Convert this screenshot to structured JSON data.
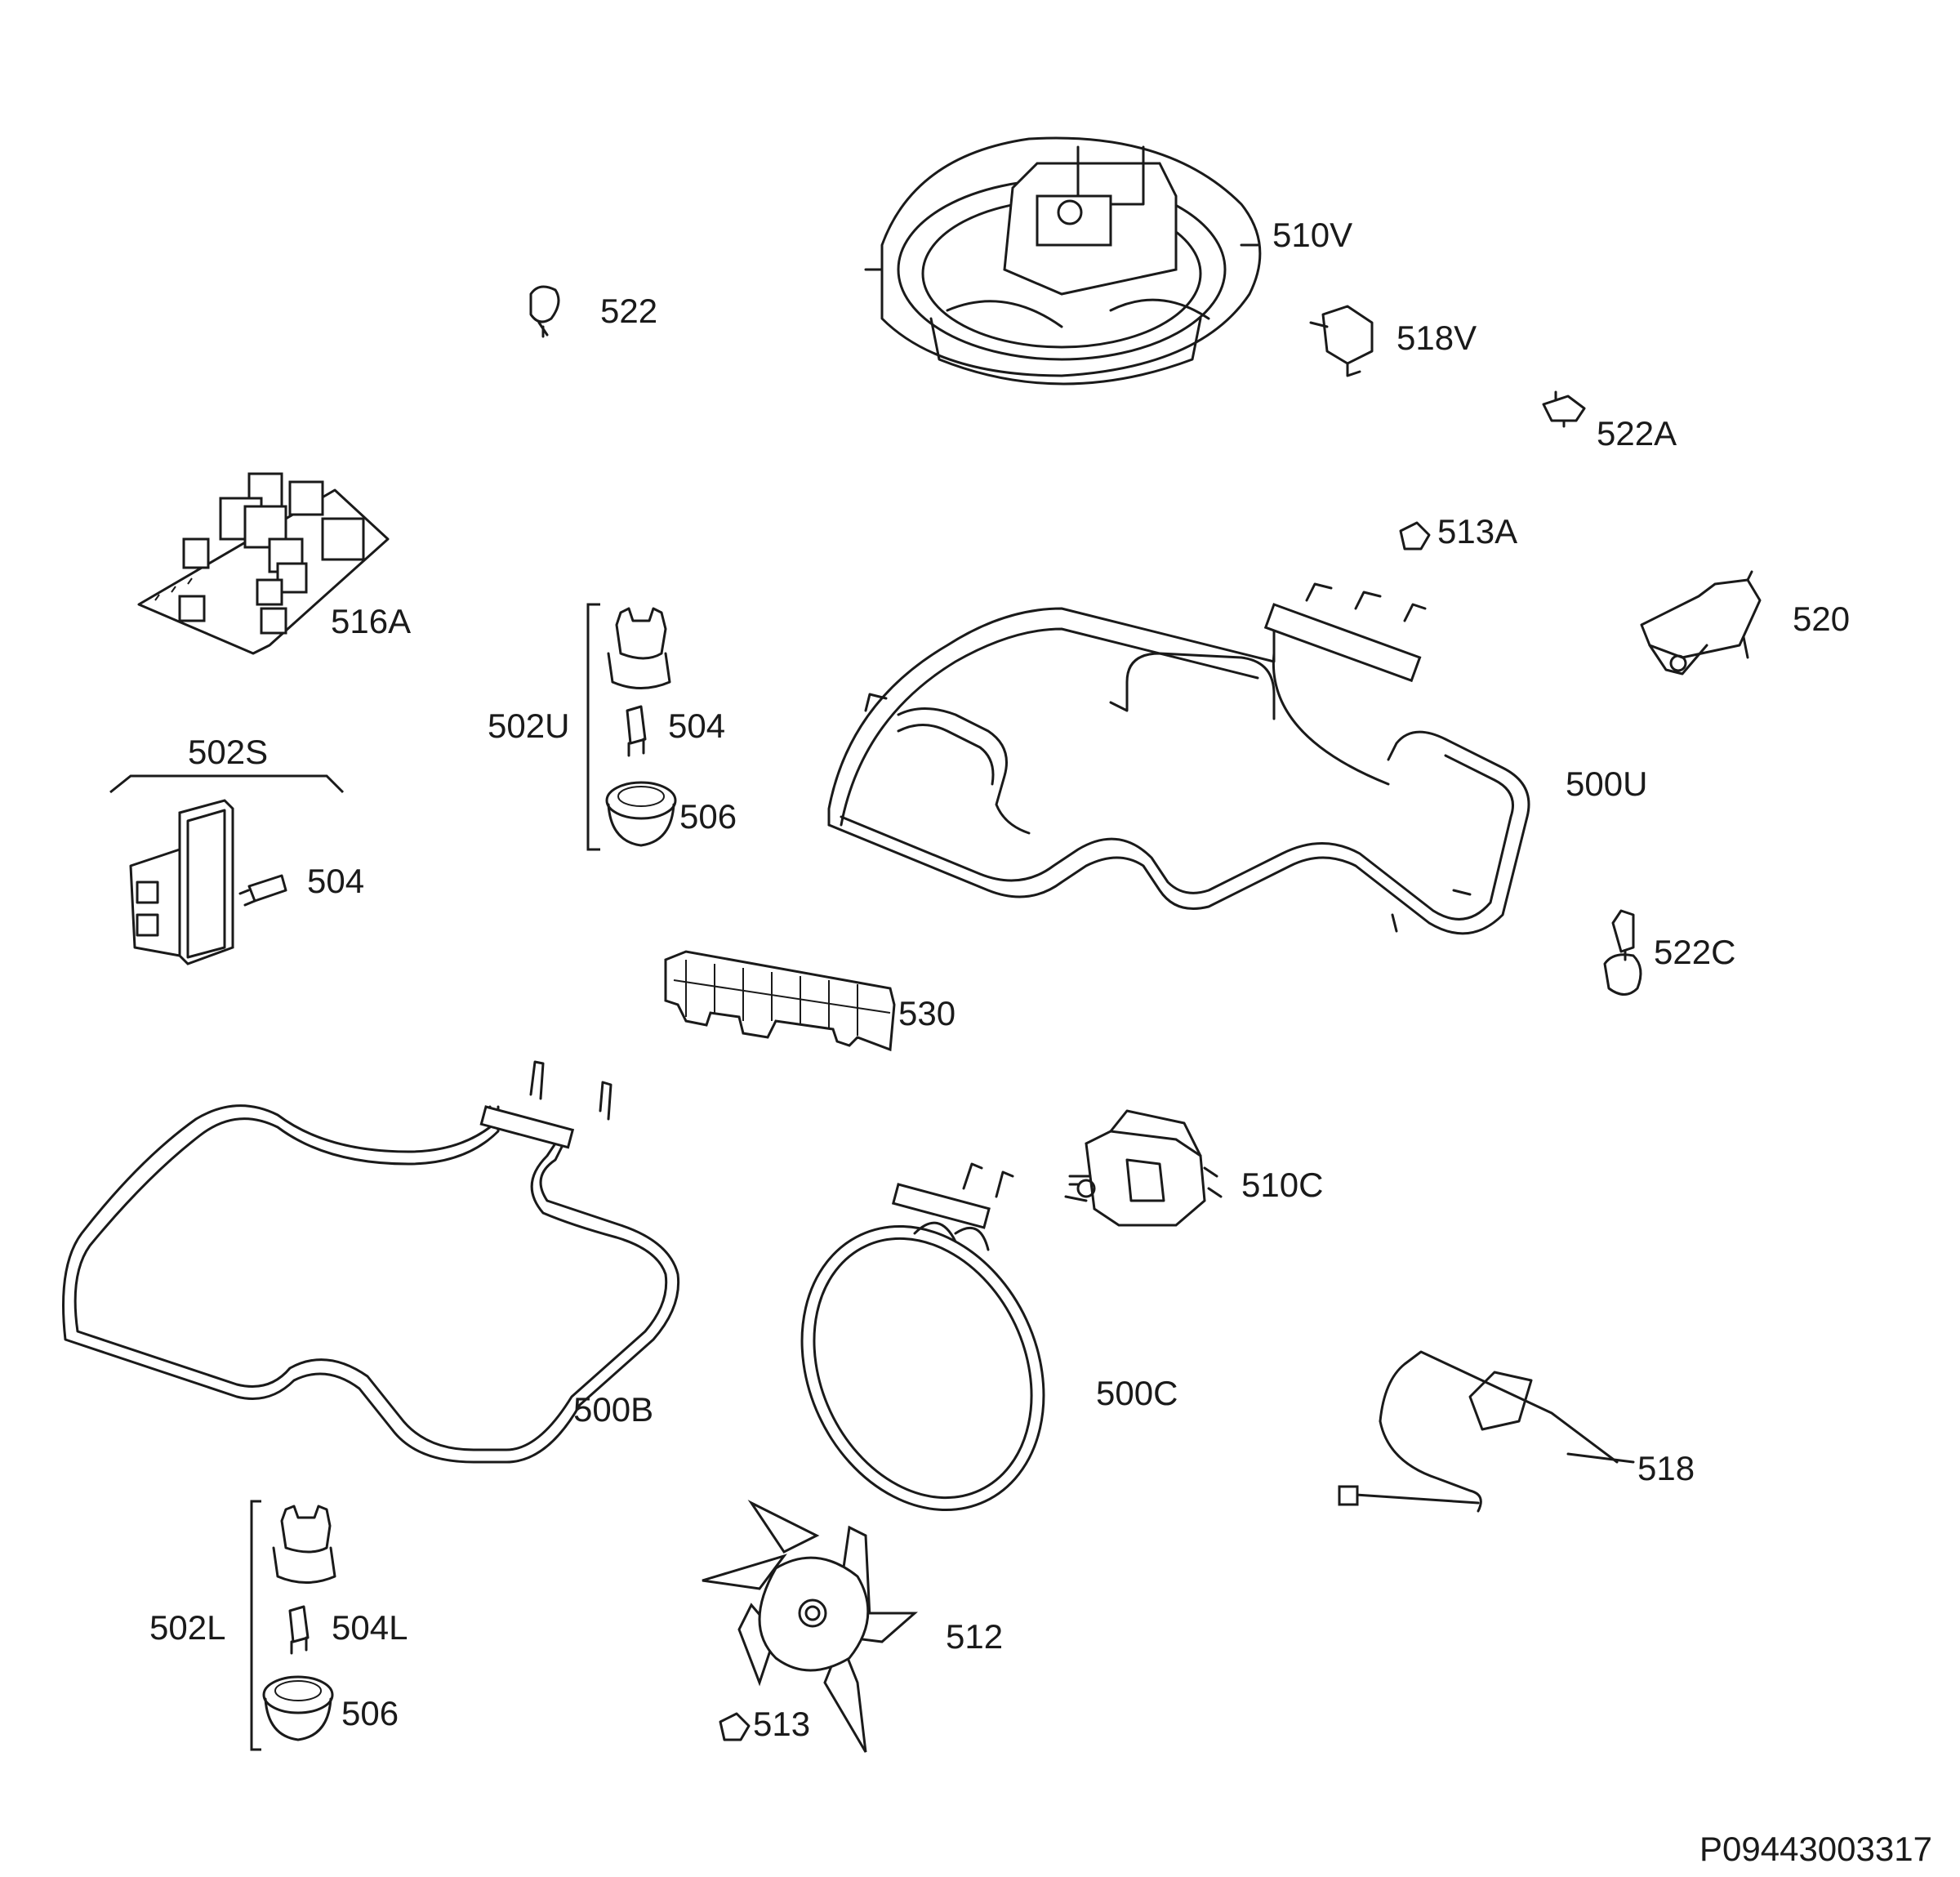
{
  "diagram": {
    "code": "P09443003317",
    "labels": {
      "l510V": "510V",
      "l522": "522",
      "l518V": "518V",
      "l522A": "522A",
      "l513A": "513A",
      "l516A": "516A",
      "l520": "520",
      "l502U": "502U",
      "l504a": "504",
      "l506a": "506",
      "l502S": "502S",
      "l504b": "504",
      "l500U": "500U",
      "l522C": "522C",
      "l530": "530",
      "l510C": "510C",
      "l500B": "500B",
      "l500C": "500C",
      "l518": "518",
      "l502L": "502L",
      "l504L": "504L",
      "l506b": "506",
      "l512": "512",
      "l513": "513"
    }
  }
}
